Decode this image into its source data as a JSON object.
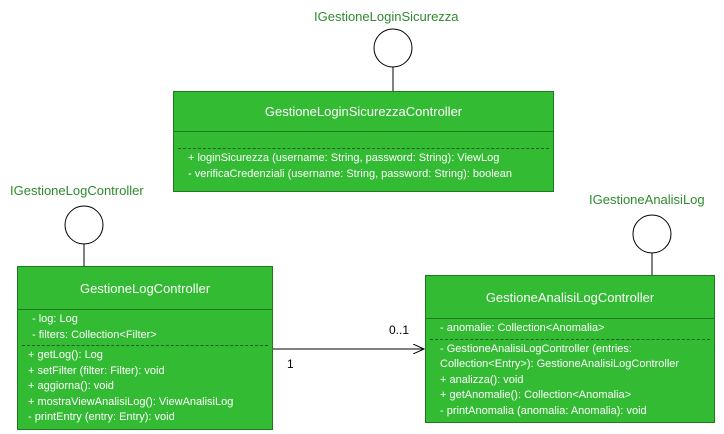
{
  "interfaces": {
    "login": "IGestioneLoginSicurezza",
    "log": "IGestioneLogController",
    "analisi": "IGestioneAnalisiLog"
  },
  "classes": {
    "login": {
      "name": "GestioneLoginSicurezzaController",
      "attributes": [],
      "operations": [
        "+ loginSicurezza (username: String, password: String): ViewLog",
        "- verificaCredenziali (username: String, password: String): boolean"
      ]
    },
    "log": {
      "name": "GestioneLogController",
      "attributes": [
        "- log: Log",
        "- filters: Collection<Filter>"
      ],
      "operations": [
        "+ getLog(): Log",
        "+ setFilter (filter: Filter): void",
        "+ aggiorna(): void",
        "+ mostraViewAnalisiLog(): ViewAnalisiLog",
        "- printEntry (entry: Entry): void"
      ]
    },
    "analisi": {
      "name": "GestioneAnalisiLogController",
      "attributes": [
        "- anomalie: Collection<Anomalia>"
      ],
      "operations": [
        "- GestioneAnalisiLogController (entries:",
        "Collection<Entry>): GestioneAnalisiLogController",
        "+ analizza(): void",
        "+ getAnomalie(): Collection<Anomalia>",
        "- printAnomalia (anomalia: Anomalia): void"
      ]
    }
  },
  "association": {
    "source_multiplicity": "1",
    "target_multiplicity": "0..1"
  },
  "colors": {
    "class_fill": "#33bb33",
    "class_border": "#1f7a1f",
    "interface_label": "#2e8b2e"
  }
}
